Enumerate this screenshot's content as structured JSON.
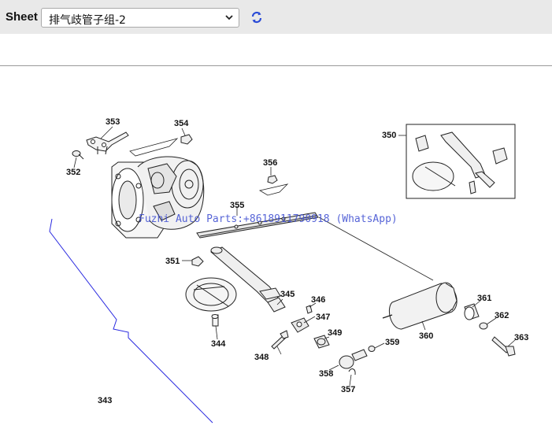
{
  "toolbar": {
    "sheet_label": "Sheet",
    "sheet_value": "排气歧管子组-2",
    "refresh_icon": "refresh-icon"
  },
  "diagram": {
    "watermark": "Fuzhi Auto Parts:+8618911790918 (WhatsApp)",
    "callouts": {
      "c343": "343",
      "c344": "344",
      "c345": "345",
      "c346": "346",
      "c347": "347",
      "c348": "348",
      "c349": "349",
      "c350": "350",
      "c351": "351",
      "c352": "352",
      "c353": "353",
      "c354": "354",
      "c355": "355",
      "c356": "356",
      "c357": "357",
      "c358": "358",
      "c359": "359",
      "c360": "360",
      "c361": "361",
      "c362": "362",
      "c363": "363"
    }
  }
}
